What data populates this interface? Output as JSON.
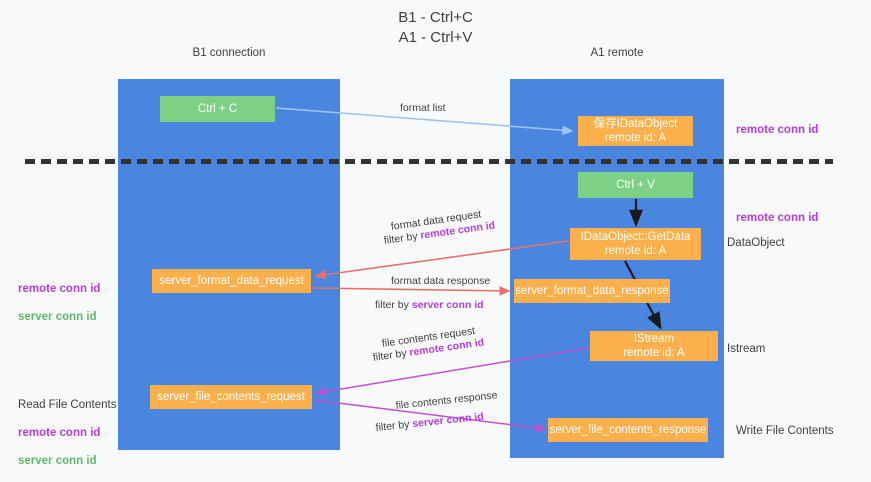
{
  "title": "B1 - Ctrl+C\nA1 - Ctrl+V",
  "lanes": [
    {
      "name": "lane-b1",
      "title": "B1",
      "subtitle": "connection",
      "header": "B1\nconnection",
      "color": "#4a86e0"
    },
    {
      "name": "lane-a1",
      "title": "A1",
      "subtitle": "remote",
      "header": "A1\nremote",
      "color": "#4a86e0"
    }
  ],
  "colors": {
    "lane_blue": "#4a86e0",
    "green_box": "#7ed085",
    "orange_box": "#fbb04c",
    "purple_text": "#b43fd6",
    "green_text": "#5fb96a",
    "red_arrow": "#e8706a",
    "magenta_arrow": "#c24fd0",
    "light_blue_arrow": "#9ec5ef",
    "black_arrow": "#1a1a1a",
    "background": "#f8f9fa"
  },
  "boxes": {
    "ctrl_c": "Ctrl + C",
    "save_idataobject": "保存IDataObject\nremote id: A",
    "ctrl_v": "Ctrl + V",
    "getdata": "IDataObject::GetData\nremote id: A",
    "server_format_data_request": "server_format_data_request",
    "server_format_data_response": "server_format_data_response",
    "istream": "IStream\nremote id: A",
    "server_file_contents_request": "server_file_contents_request",
    "server_file_contents_response": "server_file_contents_response"
  },
  "right_annotations": {
    "remote_conn_id_top": "remote conn id",
    "remote_conn_id_mid": "remote conn id",
    "dataobject": "DataObject",
    "istream": "Istream",
    "write_file_contents": "Write File Contents"
  },
  "left_annotations": {
    "mid": {
      "remote": "remote conn id",
      "server": "server conn id"
    },
    "bottom": {
      "read": "Read File Contents",
      "remote": "remote conn id",
      "server": "server conn id"
    }
  },
  "arrow_labels": {
    "format_list": "format list",
    "format_data_request": "format data request",
    "format_data_request_filter_prefix": "filter by ",
    "format_data_request_filter_key": "remote conn id",
    "format_data_response": "format data response",
    "format_data_response_filter_prefix": "filter by ",
    "format_data_response_filter_key": "server conn id",
    "file_contents_request": "file contents request",
    "file_contents_request_filter_prefix": "filter by ",
    "file_contents_request_filter_key": "remote conn id",
    "file_contents_response": "file contents response",
    "file_contents_response_filter_prefix": "filter by ",
    "file_contents_response_filter_key": "server conn id"
  }
}
